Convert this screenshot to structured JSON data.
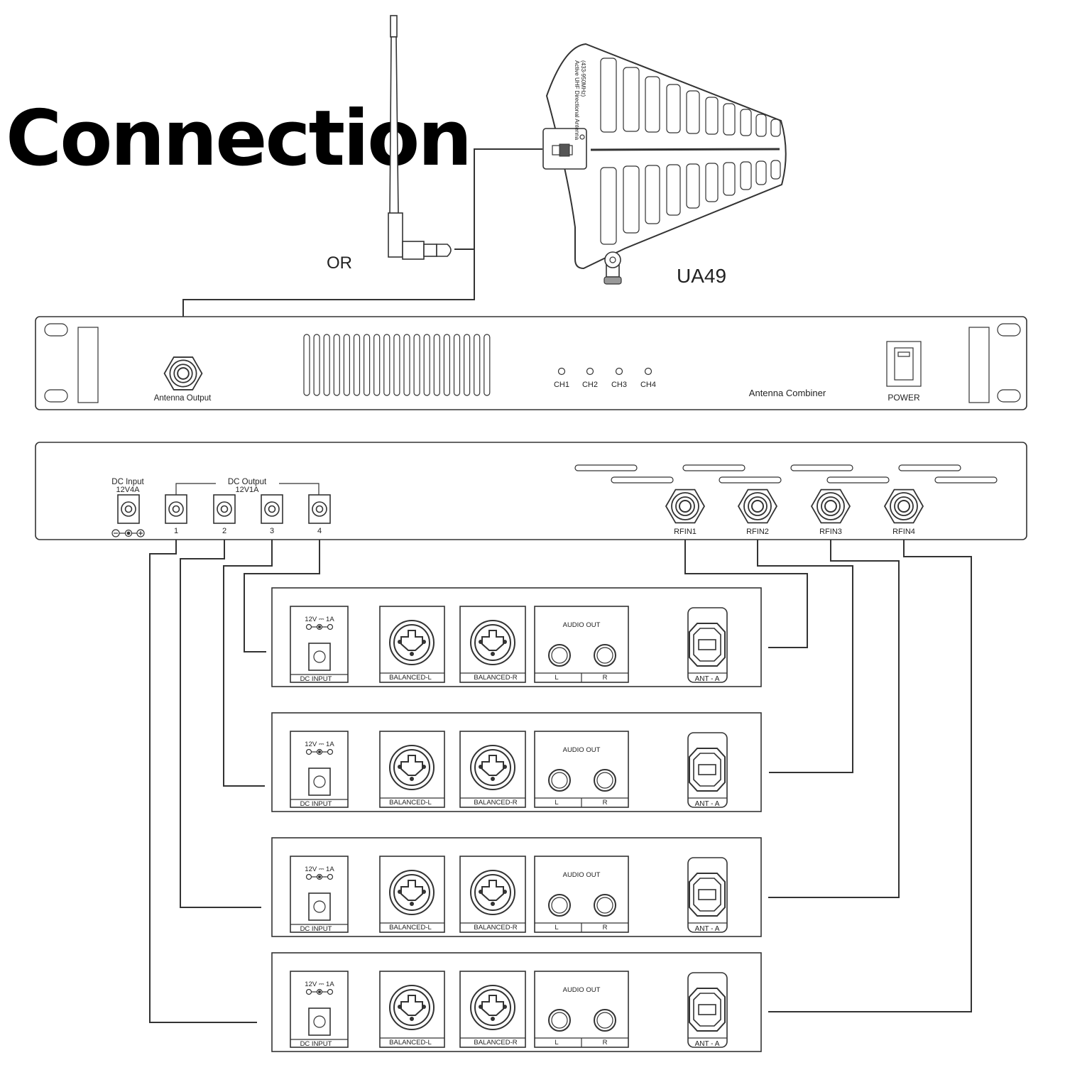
{
  "title": "Connection",
  "or_label": "OR",
  "directional_antenna": {
    "model": "UA49",
    "print_line1": "Active UHF Directional Antenna",
    "print_line2": "(433-950MHz)"
  },
  "combiner_front": {
    "antenna_output_label": "Antenna Output",
    "channels": [
      "CH1",
      "CH2",
      "CH3",
      "CH4"
    ],
    "device_name": "Antenna Combiner",
    "power_label": "POWER"
  },
  "combiner_rear": {
    "dc_input_label": "DC Input",
    "dc_input_rating": "12V4A",
    "dc_output_label": "DC Output",
    "dc_output_rating": "12V1A",
    "dc_output_ports": [
      "1",
      "2",
      "3",
      "4"
    ],
    "rf_inputs": [
      "RFIN1",
      "RFIN2",
      "RFIN3",
      "RFIN4"
    ]
  },
  "receiver": {
    "dc_rating": "12V ⎓ 1A",
    "dc_input_label": "DC  INPUT",
    "balanced_l": "BALANCED-L",
    "balanced_r": "BALANCED-R",
    "audio_out": "AUDIO OUT",
    "audio_l": "L",
    "audio_r": "R",
    "antenna_label": "ANT - A"
  }
}
